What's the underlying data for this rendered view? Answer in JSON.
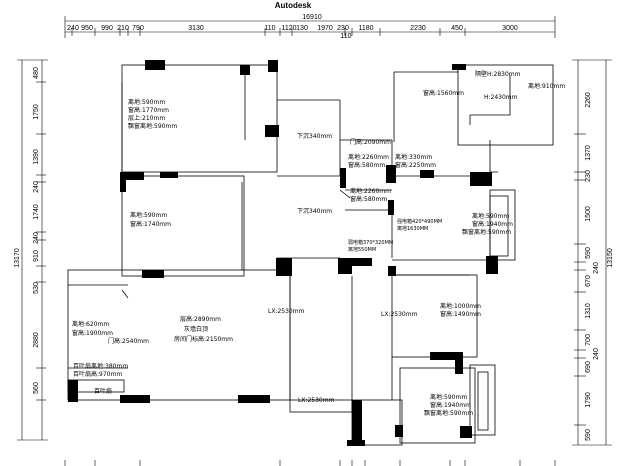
{
  "app_title": "Autodesk",
  "top_dims": {
    "overall": "16910",
    "segments": [
      "240",
      "950",
      "990",
      "210",
      "790",
      "3130",
      "110",
      "1120",
      "130",
      "1970",
      "230",
      "110",
      "1180",
      "2230",
      "450",
      "3000"
    ]
  },
  "left_dims": {
    "overall": "13170",
    "segments": [
      "480",
      "1750",
      "1390",
      "240",
      "1740",
      "240",
      "910",
      "530",
      "2880",
      "560"
    ]
  },
  "right_dims": {
    "overall": "13150",
    "segments": [
      "2260",
      "1370",
      "230",
      "1500",
      "590",
      "240",
      "670",
      "1310",
      "700",
      "240",
      "690",
      "1790",
      "590"
    ]
  },
  "labels": {
    "r1": [
      "离地:590mm",
      "窗高:1770mm",
      "层上:210mm",
      "飘窗离地:590mm"
    ],
    "r2": [
      "离地:590mm",
      "窗高:1740mm"
    ],
    "living": [
      "层高:2890mm",
      "灰墙白顶",
      "房间门标高:2150mm"
    ],
    "living_win": [
      "离地:620mm",
      "窗高:1900mm"
    ],
    "living_door": "门高:2540mm",
    "louver": [
      "百叶扇离地:380mm",
      "百叶扇高:970mm"
    ],
    "louver_bottom": "百叶扇",
    "sink1": "下沉340mm",
    "sink2": "下沉340mm",
    "door_h": "门高:2090mm",
    "wc1": [
      "离地:2260mm",
      "窗高:580mm"
    ],
    "wc2": [
      "离地:330mm",
      "窗高:2250mm"
    ],
    "wc3": [
      "离地:2260mm",
      "窗高:580mm"
    ],
    "elec": [
      "强电箱420*490MM",
      "离地1630MM"
    ],
    "weak": [
      "弱电箱370*320MM",
      "离地550MM"
    ],
    "balcony": [
      "隔壁H:2830mm",
      "离地:910mm",
      "窗高:1560mm",
      "H:2430mm"
    ],
    "r_east": [
      "离地:590mm",
      "窗高:1940mm",
      "飘窗离地:590mm"
    ],
    "lx1": "LX:2530mm",
    "lx2": "LX:2530mm",
    "lx3": "LX:2530mm",
    "kitchen": [
      "离地:1000mm",
      "窗高:1490mm"
    ],
    "r_se": [
      "离地:590mm",
      "窗高:1940mm",
      "飘窗离地:590mm"
    ]
  }
}
